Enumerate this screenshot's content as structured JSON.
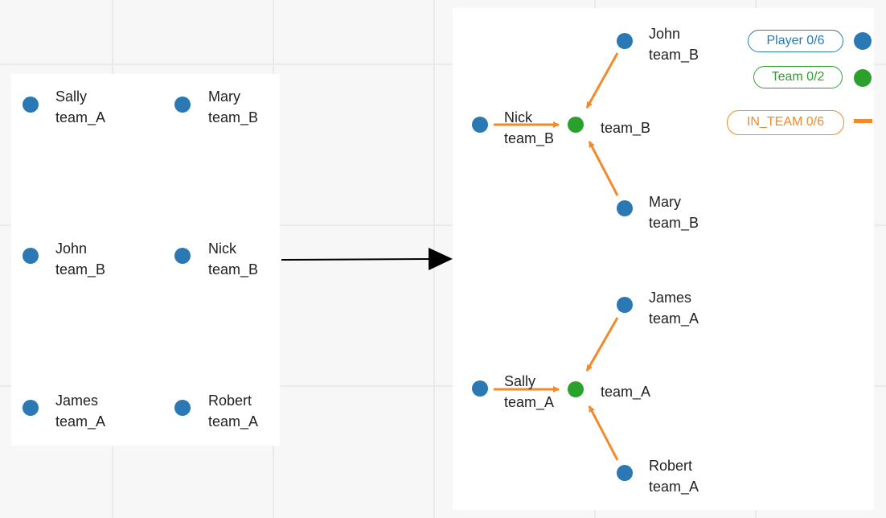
{
  "colors": {
    "player": "#2a79b4",
    "team": "#2ca02c",
    "edge": "#f28a2b",
    "arrow": "#000000",
    "grid": "#e6e6e6"
  },
  "left": {
    "nodes": [
      {
        "name": "Sally",
        "team": "team_A"
      },
      {
        "name": "Mary",
        "team": "team_B"
      },
      {
        "name": "John",
        "team": "team_B"
      },
      {
        "name": "Nick",
        "team": "team_B"
      },
      {
        "name": "James",
        "team": "team_A"
      },
      {
        "name": "Robert",
        "team": "team_A"
      }
    ]
  },
  "right": {
    "players": [
      {
        "name": "John",
        "team": "team_B"
      },
      {
        "name": "Nick",
        "team": "team_B"
      },
      {
        "name": "Mary",
        "team": "team_B"
      },
      {
        "name": "James",
        "team": "team_A"
      },
      {
        "name": "Sally",
        "team": "team_A"
      },
      {
        "name": "Robert",
        "team": "team_A"
      }
    ],
    "teams": [
      {
        "label": "team_B"
      },
      {
        "label": "team_A"
      }
    ]
  },
  "legend": {
    "player": "Player 0/6",
    "team": "Team 0/2",
    "in_team": "IN_TEAM 0/6"
  }
}
